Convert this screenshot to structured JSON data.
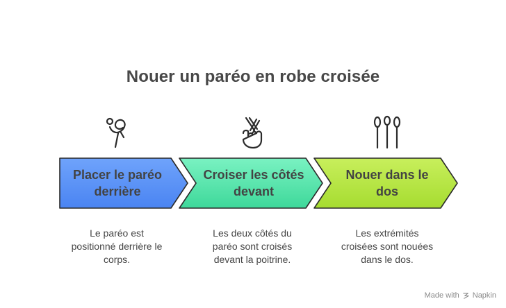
{
  "title": "Nouer un paréo en robe croisée",
  "colors": {
    "step1_fill_top": "#6fa3fb",
    "step1_fill_bottom": "#4a84f2",
    "step2_fill_top": "#7af2c2",
    "step2_fill_bottom": "#3ed89a",
    "step3_fill_top": "#c8ef5c",
    "step3_fill_bottom": "#a6dc30",
    "outline": "#2b2b2b"
  },
  "steps": [
    {
      "icon": "yoga-figure-icon",
      "label": "Placer le paréo derrière",
      "description": "Le paréo est positionné derrière le corps."
    },
    {
      "icon": "crossed-fingers-icon",
      "label": "Croiser les côtés devant",
      "description": "Les deux côtés du paréo sont croisés devant la poitrine."
    },
    {
      "icon": "cotton-swabs-icon",
      "label": "Nouer dans le dos",
      "description": "Les extrémités croisées sont nouées dans le dos."
    }
  ],
  "footer": {
    "made_with": "Made with",
    "brand": "Napkin"
  }
}
